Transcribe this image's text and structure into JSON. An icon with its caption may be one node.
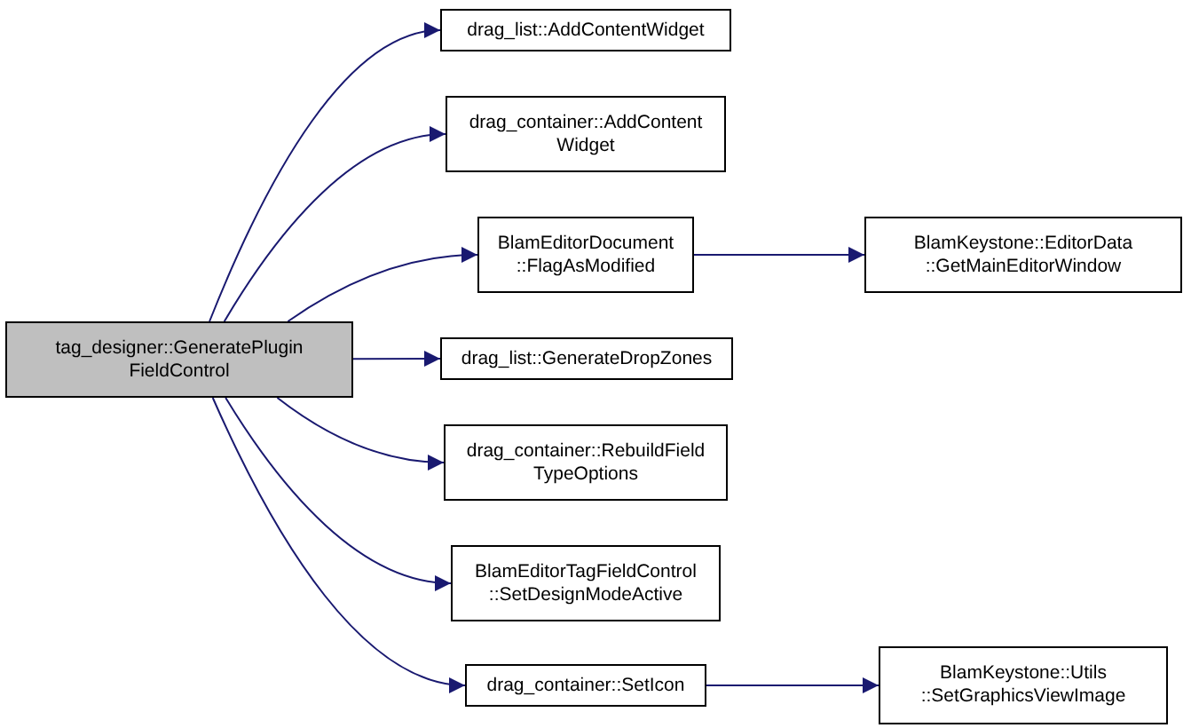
{
  "diagram": {
    "nodes": [
      {
        "text": [
          "tag_designer::GeneratePlugin FieldControl"
        ]
      },
      {
        "text": [
          "drag_list::AddContentWidget"
        ]
      },
      {
        "text": [
          "drag_container::AddContent Widget"
        ]
      },
      {
        "text": [
          "BlamEditorDocument ::FlagAsModified"
        ]
      },
      {
        "text": [
          "BlamKeystone::EditorData ::GetMainEditorWindow"
        ]
      },
      {
        "text": [
          "drag_list::GenerateDropZones"
        ]
      },
      {
        "text": [
          "drag_container::RebuildField TypeOptions"
        ]
      },
      {
        "text": [
          "BlamEditorTagFieldControl ::SetDesignModeActive"
        ]
      },
      {
        "text": [
          "drag_container::SetIcon"
        ]
      },
      {
        "text": [
          "BlamKeystone::Utils ::SetGraphicsViewImage"
        ]
      }
    ],
    "edges": [
      {
        "from": 0,
        "to": 1,
        "arrow": "to"
      },
      {
        "from": 0,
        "to": 2,
        "arrow": "to"
      },
      {
        "from": 0,
        "to": 3,
        "arrow": "to"
      },
      {
        "from": 0,
        "to": 5,
        "arrow": "to"
      },
      {
        "from": 0,
        "to": 6,
        "arrow": "to"
      },
      {
        "from": 0,
        "to": 7,
        "arrow": "to"
      },
      {
        "from": 0,
        "to": 8,
        "arrow": "to"
      },
      {
        "from": 3,
        "to": 4,
        "arrow": "to"
      },
      {
        "from": 8,
        "to": 9,
        "arrow": "to"
      }
    ]
  }
}
